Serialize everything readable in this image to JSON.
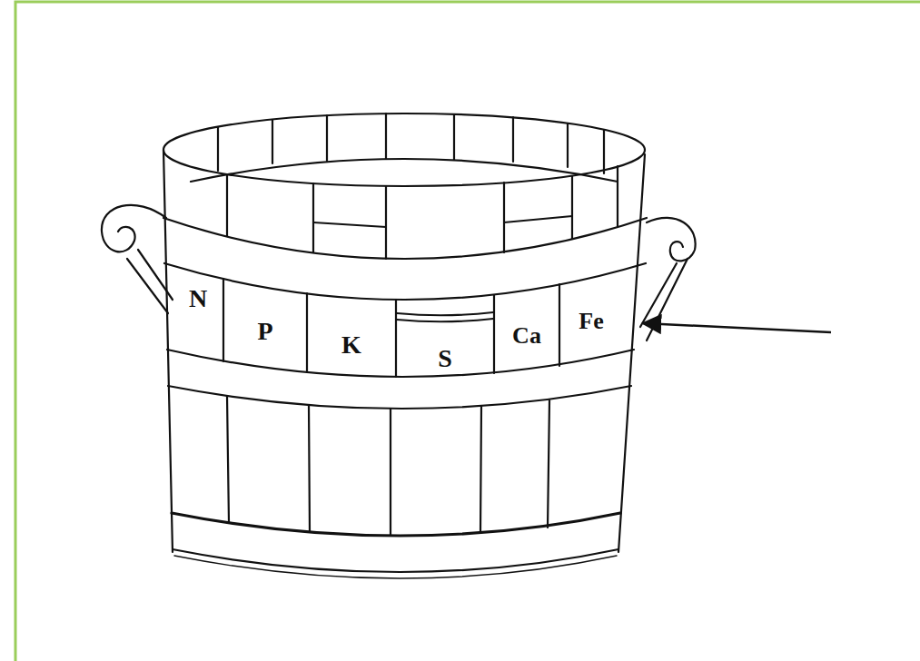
{
  "diagram": {
    "nodes": [
      {
        "text": [
          "N"
        ]
      },
      {
        "text": [
          "P"
        ]
      },
      {
        "text": [
          "K"
        ]
      },
      {
        "text": [
          "S"
        ]
      },
      {
        "text": [
          "Ca"
        ]
      },
      {
        "text": [
          "Fe"
        ]
      }
    ]
  }
}
